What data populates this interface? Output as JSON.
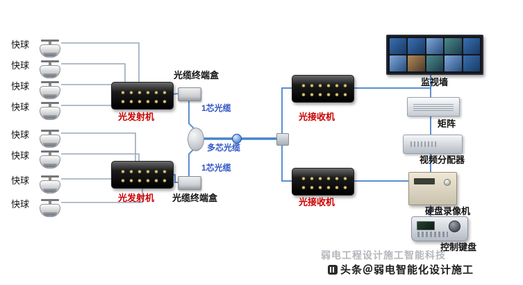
{
  "cameras": [
    {
      "label": "快球"
    },
    {
      "label": "快球"
    },
    {
      "label": "快球"
    },
    {
      "label": "快球"
    },
    {
      "label": "快球"
    },
    {
      "label": "快球"
    },
    {
      "label": "快球"
    },
    {
      "label": "快球"
    }
  ],
  "devices": {
    "transmitter_top": {
      "label": "光发射机"
    },
    "transmitter_bottom": {
      "label": "光发射机"
    },
    "receiver_top": {
      "label": "光接收机"
    },
    "receiver_bottom": {
      "label": "光接收机"
    },
    "terminal_box_top": {
      "label": "光缆终端盒"
    },
    "terminal_box_bottom": {
      "label": "光缆终端盒"
    },
    "monitor_wall": {
      "label": "监视墙"
    },
    "matrix": {
      "label": "矩阵"
    },
    "video_distributor": {
      "label": "视频分配器"
    },
    "dvr": {
      "label": "硬盘录像机"
    },
    "control_keyboard": {
      "label": "控制键盘"
    }
  },
  "cables": {
    "single_core_top": "1芯光缆",
    "single_core_bottom": "1芯光缆",
    "multi_core": "多芯光缆"
  },
  "watermark": {
    "shadow_text": "弱电工程设计施工智能科技",
    "main_text": "头条＠弱电智能化设计施工"
  },
  "colors": {
    "label_red": "#cc0000",
    "cable_label_blue": "#2f55c4",
    "fiber_line_blue": "#5b8fd0",
    "camera_line_gray": "#9aa7b8",
    "device_label_black": "#111111"
  }
}
